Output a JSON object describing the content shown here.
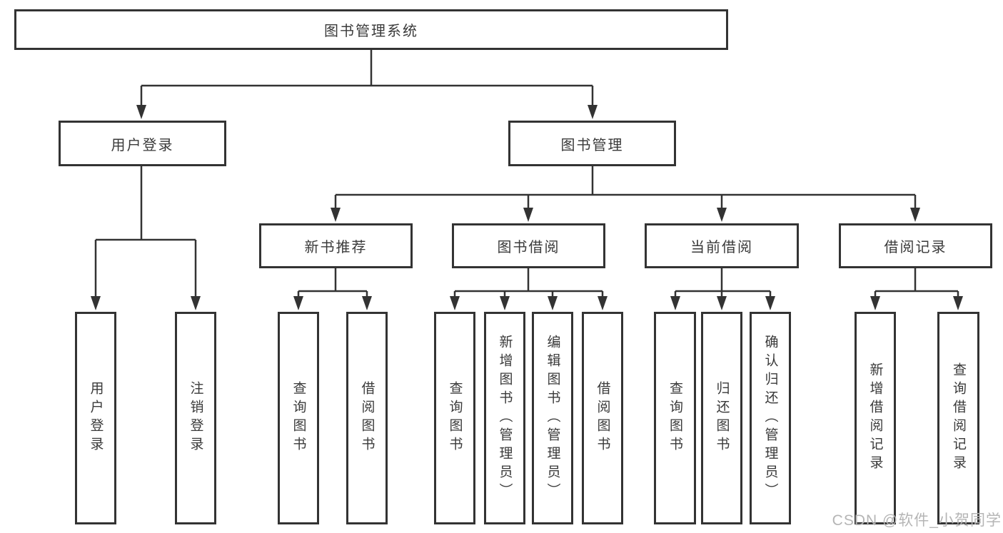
{
  "diagram": {
    "type": "hierarchy-tree",
    "watermark": "CSDN @软件_小贺同学",
    "colors": {
      "line": "#333333",
      "box_border": "#333333",
      "box_bg": "#ffffff",
      "text": "#3a3a3a",
      "watermark": "#b5b5b5"
    },
    "nodes": {
      "root": {
        "label": "图书管理系统"
      },
      "level2": [
        {
          "label": "用户登录",
          "parent": "图书管理系统"
        },
        {
          "label": "图书管理",
          "parent": "图书管理系统"
        }
      ],
      "level3": [
        {
          "label": "新书推荐",
          "parent": "图书管理"
        },
        {
          "label": "图书借阅",
          "parent": "图书管理"
        },
        {
          "label": "当前借阅",
          "parent": "图书管理"
        },
        {
          "label": "借阅记录",
          "parent": "图书管理"
        }
      ],
      "leaves": [
        {
          "label": "用户登录",
          "parent": "用户登录"
        },
        {
          "label": "注销登录",
          "parent": "用户登录"
        },
        {
          "label": "查询图书",
          "parent": "新书推荐"
        },
        {
          "label": "借阅图书",
          "parent": "新书推荐"
        },
        {
          "label": "查询图书",
          "parent": "图书借阅"
        },
        {
          "label": "新增图书（管理员）",
          "parent": "图书借阅"
        },
        {
          "label": "编辑图书（管理员）",
          "parent": "图书借阅"
        },
        {
          "label": "借阅图书",
          "parent": "图书借阅"
        },
        {
          "label": "查询图书",
          "parent": "当前借阅"
        },
        {
          "label": "归还图书",
          "parent": "当前借阅"
        },
        {
          "label": "确认归还（管理员）",
          "parent": "当前借阅"
        },
        {
          "label": "新增借阅记录",
          "parent": "借阅记录"
        },
        {
          "label": "查询借阅记录",
          "parent": "借阅记录"
        }
      ]
    }
  }
}
